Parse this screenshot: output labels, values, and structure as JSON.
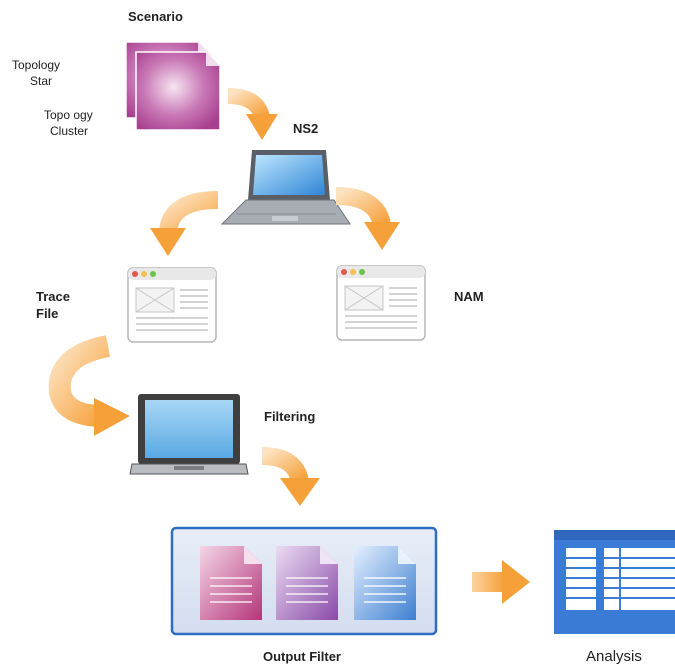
{
  "labels": {
    "scenario": "Scenario",
    "topology_star_1": "Topology",
    "topology_star_2": "Star",
    "topology_cluster_1": "Topo ogy",
    "topology_cluster_2": "Cluster",
    "ns2": "NS2",
    "trace_file_1": "Trace",
    "trace_file_2": "File",
    "nam": "NAM",
    "filtering": "Filtering",
    "output_filter": "Output Filter",
    "analysis": "Analysis"
  },
  "colors": {
    "arrow": "#f7a844",
    "scenario_doc": "#b04a98",
    "laptop_screen": "#4aa3e0",
    "laptop_body": "#9a9ea6",
    "panel_fill": "#dfe6f4",
    "panel_border": "#2f6cc2",
    "doc_magenta": "#b5357a",
    "doc_purple": "#8a4aa8",
    "doc_blue": "#3d7fd0",
    "analysis_blue": "#3a7bd5"
  },
  "icons": [
    "document-stack-icon",
    "laptop-icon",
    "browser-window-icon",
    "document-icon",
    "spreadsheet-icon",
    "arrow-icon"
  ]
}
